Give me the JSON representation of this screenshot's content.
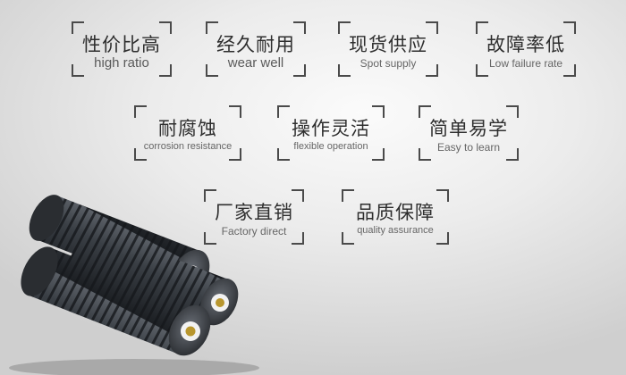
{
  "features": [
    {
      "cn": "性价比高",
      "en": "high ratio"
    },
    {
      "cn": "经久耐用",
      "en": "wear well"
    },
    {
      "cn": "现货供应",
      "en": "Spot supply"
    },
    {
      "cn": "故障率低",
      "en": "Low failure rate"
    },
    {
      "cn": "耐腐蚀",
      "en": "corrosion resistance"
    },
    {
      "cn": "操作灵活",
      "en": "flexible operation"
    },
    {
      "cn": "简单易学",
      "en": "Easy to learn"
    },
    {
      "cn": "厂家直销",
      "en": "Factory direct"
    },
    {
      "cn": "品质保障",
      "en": "quality assurance"
    }
  ],
  "colors": {
    "frame": "#4a4a4a",
    "text": "#2e2e2e",
    "roller": "#2b2f33"
  }
}
